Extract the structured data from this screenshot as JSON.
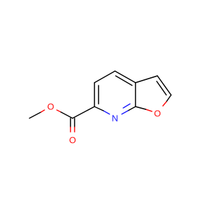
{
  "molecule": {
    "atoms": {
      "o_methoxy": {
        "label": "O",
        "color": "#ff0d0d"
      },
      "o_carbonyl": {
        "label": "O",
        "color": "#ff0d0d"
      },
      "n_ring": {
        "label": "N",
        "color": "#1a1aff"
      },
      "o_furan": {
        "label": "O",
        "color": "#ff0d0d"
      }
    }
  }
}
